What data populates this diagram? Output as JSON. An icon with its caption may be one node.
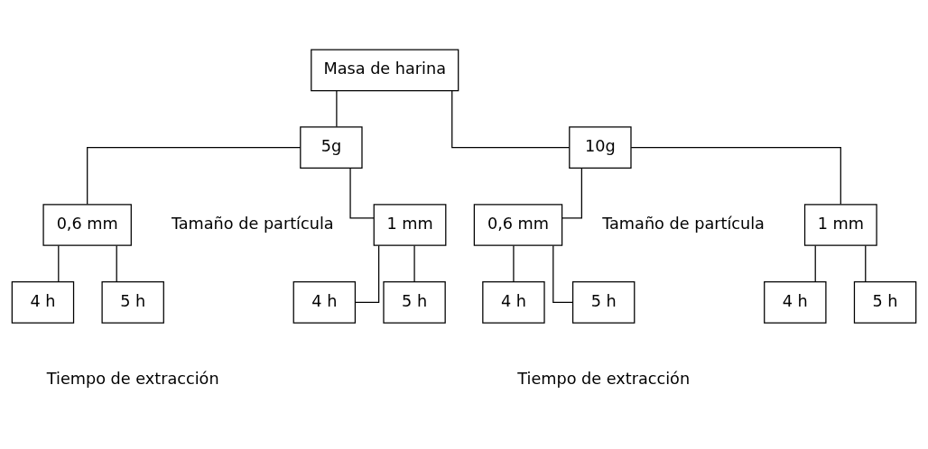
{
  "diagram": {
    "nodes": [
      {
        "text": [
          "Masa de harina"
        ]
      },
      {
        "text": [
          "5g"
        ]
      },
      {
        "text": [
          "10g"
        ]
      },
      {
        "text": [
          "0,6 mm"
        ]
      },
      {
        "text": [
          "1 mm"
        ]
      },
      {
        "text": [
          "0,6 mm"
        ]
      },
      {
        "text": [
          "1 mm"
        ]
      },
      {
        "text": [
          "4 h"
        ]
      },
      {
        "text": [
          "5 h"
        ]
      },
      {
        "text": [
          "4 h"
        ]
      },
      {
        "text": [
          "5 h"
        ]
      },
      {
        "text": [
          "4 h"
        ]
      },
      {
        "text": [
          "5 h"
        ]
      },
      {
        "text": [
          "4 h"
        ]
      },
      {
        "text": [
          "5 h"
        ]
      }
    ],
    "edges": [
      {
        "from": 0,
        "to": 1,
        "arrow": "none"
      },
      {
        "from": 0,
        "to": 2,
        "arrow": "none"
      },
      {
        "from": 1,
        "to": 3,
        "arrow": "none"
      },
      {
        "from": 1,
        "to": 4,
        "arrow": "none"
      },
      {
        "from": 2,
        "to": 5,
        "arrow": "none"
      },
      {
        "from": 2,
        "to": 6,
        "arrow": "none"
      },
      {
        "from": 3,
        "to": 7,
        "arrow": "none"
      },
      {
        "from": 3,
        "to": 8,
        "arrow": "none"
      },
      {
        "from": 4,
        "to": 9,
        "arrow": "none"
      },
      {
        "from": 4,
        "to": 10,
        "arrow": "none"
      },
      {
        "from": 5,
        "to": 11,
        "arrow": "none"
      },
      {
        "from": 5,
        "to": 12,
        "arrow": "none"
      },
      {
        "from": 6,
        "to": 13,
        "arrow": "none"
      },
      {
        "from": 6,
        "to": 14,
        "arrow": "none"
      }
    ],
    "labels": [
      "Tamaño de partícula",
      "Tamaño de partícula",
      "Tiempo de extracción",
      "Tiempo de extracción"
    ]
  }
}
